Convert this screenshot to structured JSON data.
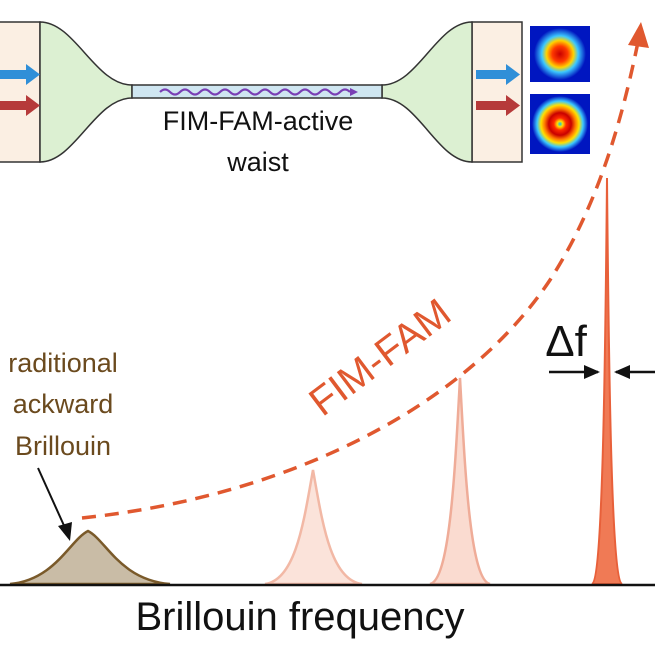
{
  "diagram": {
    "waist_label_line1": "FIM-FAM-active",
    "waist_label_line2": "waist",
    "trend_label": "FIM-FAM",
    "linewidth_label": "Δf",
    "traditional_label_line1": "raditional",
    "traditional_label_line2": "ackward",
    "traditional_label_line3": "Brillouin",
    "x_axis_label": "Brillouin frequency"
  },
  "peaks": [
    {
      "name": "traditional-backward-brillouin",
      "color": "#7a5a2a",
      "fill": "#c9bca6"
    },
    {
      "name": "fim-fam-peak-1",
      "color": "#f2b8a5",
      "fill": "#fbe3da"
    },
    {
      "name": "fim-fam-peak-2",
      "color": "#efac98",
      "fill": "#fadbd0"
    },
    {
      "name": "fim-fam-peak-3",
      "color": "#e8603a",
      "fill": "#f07a55"
    }
  ],
  "colors": {
    "orange": "#e0582f",
    "brown": "#6b4a1e",
    "fiber_green": "#dcf0d2",
    "cladding_beige": "#fbefe3",
    "waist_blue": "#cfe6f1",
    "blue_arrow": "#2f8fd8",
    "red_arrow": "#b63a3a",
    "wave_purple": "#7a3fb5"
  },
  "icons": [
    "fundamental-mode-icon",
    "donut-mode-icon",
    "blue-input-arrow-icon",
    "red-input-arrow-icon"
  ]
}
